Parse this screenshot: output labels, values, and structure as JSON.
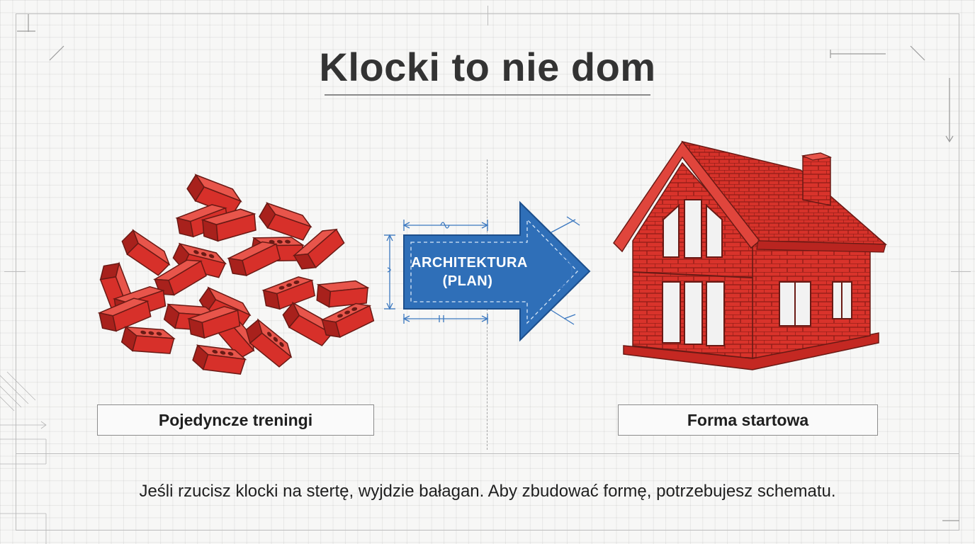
{
  "slide": {
    "title": "Klocki to nie dom",
    "left_label": "Pojedyncze treningi",
    "right_label": "Forma startowa",
    "arrow_line1": "ARCHITEKTURA",
    "arrow_line2": "(PLAN)",
    "caption": "Jeśli rzucisz klocki na stertę, wyjdzie bałagan. Aby zbudować formę, potrzebujesz schematu."
  },
  "icons": {
    "left": "brick-pile-icon",
    "center": "blueprint-arrow-icon",
    "right": "brick-house-icon"
  },
  "colors": {
    "brick": "#d9332b",
    "brick_dark": "#a81f1a",
    "blueprint": "#2f6fb8",
    "background": "#f7f7f6",
    "grid": "#d8d8d8"
  }
}
